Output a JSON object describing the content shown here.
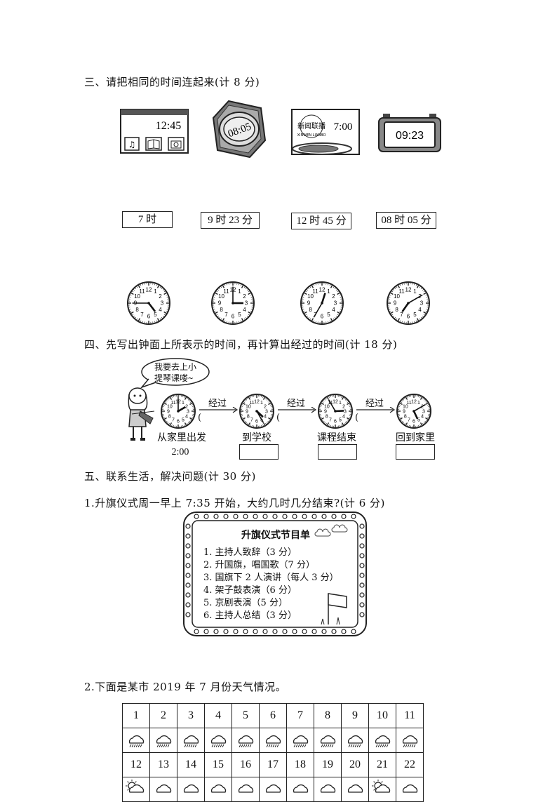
{
  "section3": {
    "title": "三、请把相同的时间连起来(计 8 分)",
    "devices": [
      {
        "kind": "phone-screen",
        "time": "12:45"
      },
      {
        "kind": "watch",
        "time": "08:05"
      },
      {
        "kind": "tv-news",
        "logo": "新闻联播",
        "logo_sub": "XINWEN LIANBO",
        "time": "7:00"
      },
      {
        "kind": "alarm-clock",
        "time": "09:23"
      }
    ],
    "labels": [
      "7 时",
      "9 时 23 分",
      "12 时 45 分",
      "08 时 05 分"
    ],
    "clocks": [
      {
        "hour": 4,
        "minute": 45
      },
      {
        "hour": 3,
        "minute": 0
      },
      {
        "hour": 12,
        "minute": 35
      },
      {
        "hour": 7,
        "minute": 10
      }
    ]
  },
  "section4": {
    "title": "四、先写出钟面上所表示的时间，再计算出经过的时间(计 18 分)",
    "speech": [
      "我要去上小",
      "提琴课喽~"
    ],
    "arrow_label": "经过",
    "paren": "(",
    "captions": [
      "从家里出发",
      "到学校",
      "课程结束",
      "回到家里"
    ],
    "start_time": "2:00",
    "clocks": [
      {
        "hour": 2,
        "minute": 0
      },
      {
        "hour": 4,
        "minute": 25
      },
      {
        "hour": 2,
        "minute": 55
      },
      {
        "hour": 5,
        "minute": 10
      }
    ]
  },
  "section5": {
    "title": "五、联系生活，解决问题(计 30 分)",
    "q1": {
      "text": "1.升旗仪式周一早上 7:35 开始，大约几时几分结束?(计 6 分)",
      "board_title": "升旗仪式节目单",
      "items": [
        "1. 主持人致辞（3 分）",
        "2. 升国旗，唱国歌（7 分）",
        "3. 国旗下 2 人演讲（每人 3 分）",
        "4. 架子鼓表演（6 分）",
        "5. 京剧表演（5 分）",
        "6. 主持人总结（3 分）"
      ]
    },
    "q2": {
      "text": "2.下面是某市 2019 年 7 月份天气情况。",
      "row1_days": [
        "1",
        "2",
        "3",
        "4",
        "5",
        "6",
        "7",
        "8",
        "9",
        "10",
        "11"
      ],
      "row1_weather": [
        "rain",
        "rain",
        "rain",
        "rain",
        "rain",
        "rain",
        "rain",
        "rain",
        "rain",
        "rain",
        "rain"
      ],
      "row2_days": [
        "12",
        "13",
        "14",
        "15",
        "16",
        "17",
        "18",
        "19",
        "20",
        "21",
        "22"
      ],
      "row2_weather": [
        "sun-cloud",
        "cloud",
        "cloud",
        "cloud",
        "cloud",
        "cloud",
        "cloud",
        "cloud",
        "cloud",
        "sun-cloud",
        "cloud"
      ]
    }
  }
}
